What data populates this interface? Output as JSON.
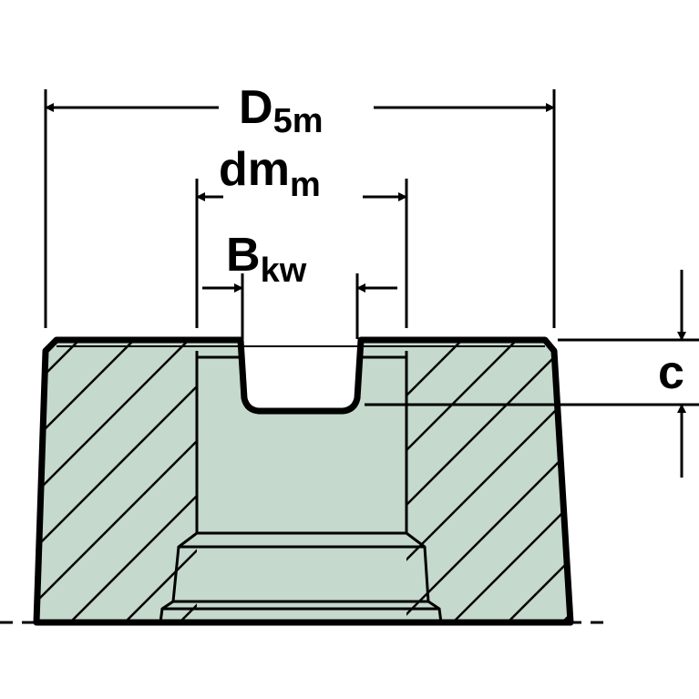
{
  "dimensions": {
    "outer_diameter": {
      "symbol": "D",
      "subscript": "5m"
    },
    "mounting_diameter": {
      "symbol": "dm",
      "subscript": "m"
    },
    "keyway_width": {
      "symbol": "B",
      "subscript": "kw"
    },
    "keyway_depth": {
      "symbol": "c"
    }
  },
  "colors": {
    "fill": "#c5d9cc",
    "outline": "#000000",
    "background": "#ffffff"
  }
}
